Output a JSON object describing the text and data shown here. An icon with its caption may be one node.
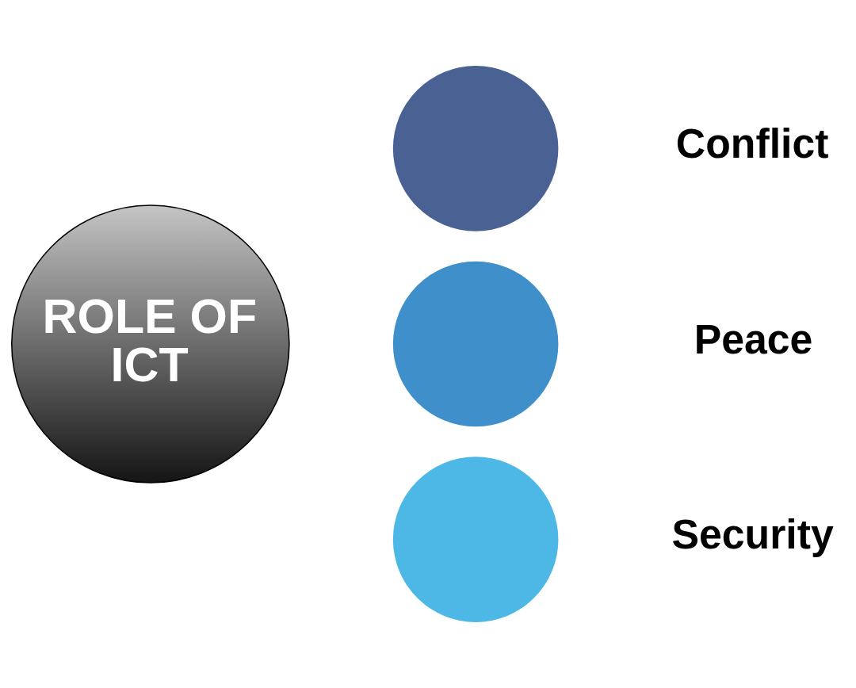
{
  "diagram": {
    "nodes": [
      {
        "text": [
          "ROLE OF ICT"
        ]
      },
      {
        "text": [],
        "shape": "circle",
        "beside": [
          "Conflict"
        ]
      },
      {
        "text": [],
        "shape": "circle",
        "beside": [
          "Peace"
        ]
      },
      {
        "text": [],
        "shape": "circle",
        "beside": [
          "Security"
        ]
      }
    ],
    "edges": []
  }
}
